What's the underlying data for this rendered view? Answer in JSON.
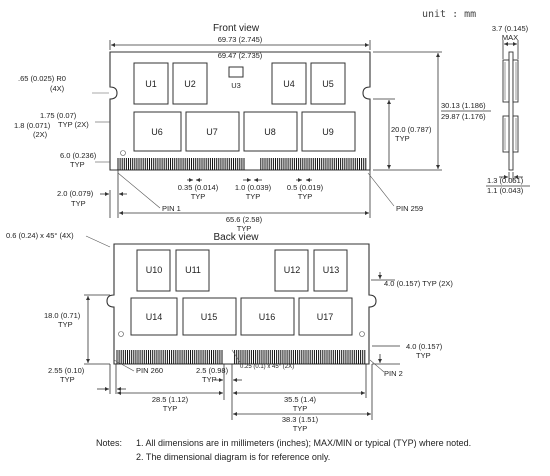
{
  "unit_label": "unit : mm",
  "front": {
    "title": "Front view",
    "chips": [
      "U1",
      "U2",
      "U3",
      "U4",
      "U5",
      "U6",
      "U7",
      "U8",
      "U9"
    ],
    "dims": {
      "max_width": "69.73 (2.745)",
      "min_width": "69.47 (2.735)",
      "radius": ".65 (0.025) R0",
      "radius_count": "(4X)",
      "notch_x": "1.75 (0.07)",
      "notch_x_typ": "TYP (2X)",
      "notch_w": "1.8 (0.071)",
      "notch_w_count": "(2X)",
      "pin_y": "6.0 (0.236)",
      "pin_y_typ": "TYP",
      "edge_x": "2.0 (0.079)",
      "edge_x_typ": "TYP",
      "pitch_a": "0.35 (0.014)",
      "pitch_a_typ": "TYP",
      "pitch_b": "1.0 (0.039)",
      "pitch_b_typ": "TYP",
      "pitch_c": "0.5 (0.019)",
      "pitch_c_typ": "TYP",
      "pin1": "PIN 1",
      "pin259": "PIN 259",
      "pin_span": "65.6 (2.58)",
      "pin_span_typ": "TYP",
      "height_max": "30.13 (1.186)",
      "height_min": "29.87 (1.176)",
      "notch_h": "20.0 (0.787)",
      "notch_h_typ": "TYP"
    }
  },
  "side": {
    "thickness_max": "3.7 (0.145)",
    "thickness_label": "MAX",
    "pcb_max": "1.3 (0.051)",
    "pcb_min": "1.1 (0.043)"
  },
  "back": {
    "title": "Back view",
    "chips": [
      "U10",
      "U11",
      "U12",
      "U13",
      "U14",
      "U15",
      "U16",
      "U17"
    ],
    "dims": {
      "chamfer": "0.6 (0.24) x 45° (4X)",
      "hole_y": "4.0 (0.157) TYP (2X)",
      "side_h": "18.0 (0.71)",
      "side_h_typ": "TYP",
      "bottom_h": "4.0 (0.157)",
      "bottom_h_typ": "TYP",
      "edge_a": "2.55 (0.10)",
      "edge_a_typ": "TYP",
      "pin260": "PIN 260",
      "key_w": "2.5 (0.98)",
      "key_w_typ": "TYP",
      "key_chamfer": "0.25 (0.1) x 45° (2X)",
      "pin2": "PIN 2",
      "left_span": "28.5 (1.12)",
      "left_span_typ": "TYP",
      "right_span": "35.5 (1.4)",
      "right_span_typ": "TYP",
      "right_total": "38.3 (1.51)",
      "right_total_typ": "TYP"
    }
  },
  "notes": {
    "label": "Notes:",
    "items": [
      "1.  All dimensions are in millimeters (inches); MAX/MIN or typical (TYP) where noted.",
      "2.  The dimensional diagram is for reference only."
    ]
  }
}
